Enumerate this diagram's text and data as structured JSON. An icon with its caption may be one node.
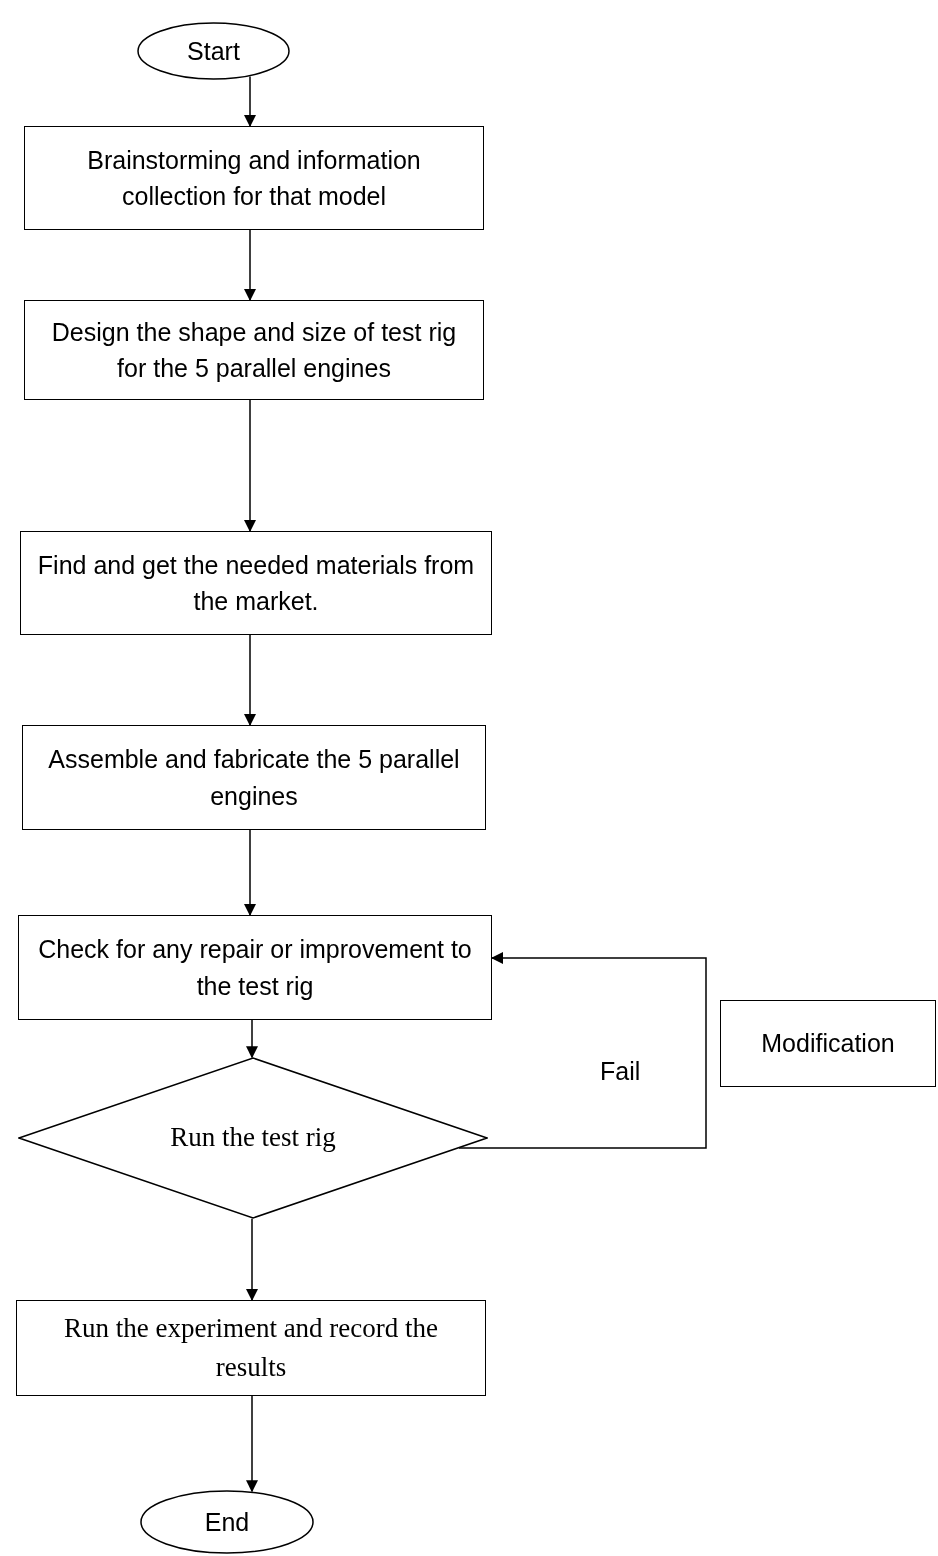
{
  "diagram": {
    "nodes": [
      {
        "text": [
          "Start"
        ]
      },
      {
        "text": [
          "Brainstorming and information collection for that model"
        ]
      },
      {
        "text": [
          "Design the shape and size of test rig for the 5 parallel engines"
        ]
      },
      {
        "text": [
          "Find and get the needed materials from the market."
        ]
      },
      {
        "text": [
          "Assemble and fabricate the 5 parallel engines"
        ]
      },
      {
        "text": [
          "Check for any repair  or improvement to the test rig"
        ]
      },
      {
        "text": [
          "Modification"
        ]
      },
      {
        "text": [
          "Run the test rig"
        ]
      },
      {
        "text": [
          "Run the experiment and record the results"
        ]
      },
      {
        "text": [
          "End"
        ]
      }
    ],
    "edges": [
      {
        "from": 0,
        "to": 1,
        "arrow": "to"
      },
      {
        "from": 1,
        "to": 2,
        "arrow": "to"
      },
      {
        "from": 2,
        "to": 3,
        "arrow": "to"
      },
      {
        "from": 3,
        "to": 4,
        "arrow": "to"
      },
      {
        "from": 4,
        "to": 5,
        "arrow": "to"
      },
      {
        "from": 5,
        "to": 7,
        "arrow": "to"
      },
      {
        "from": 7,
        "to": 5,
        "arrow": "to",
        "label": "Fail"
      },
      {
        "from": 7,
        "to": 8,
        "arrow": "to"
      },
      {
        "from": 8,
        "to": 9,
        "arrow": "to"
      }
    ]
  }
}
